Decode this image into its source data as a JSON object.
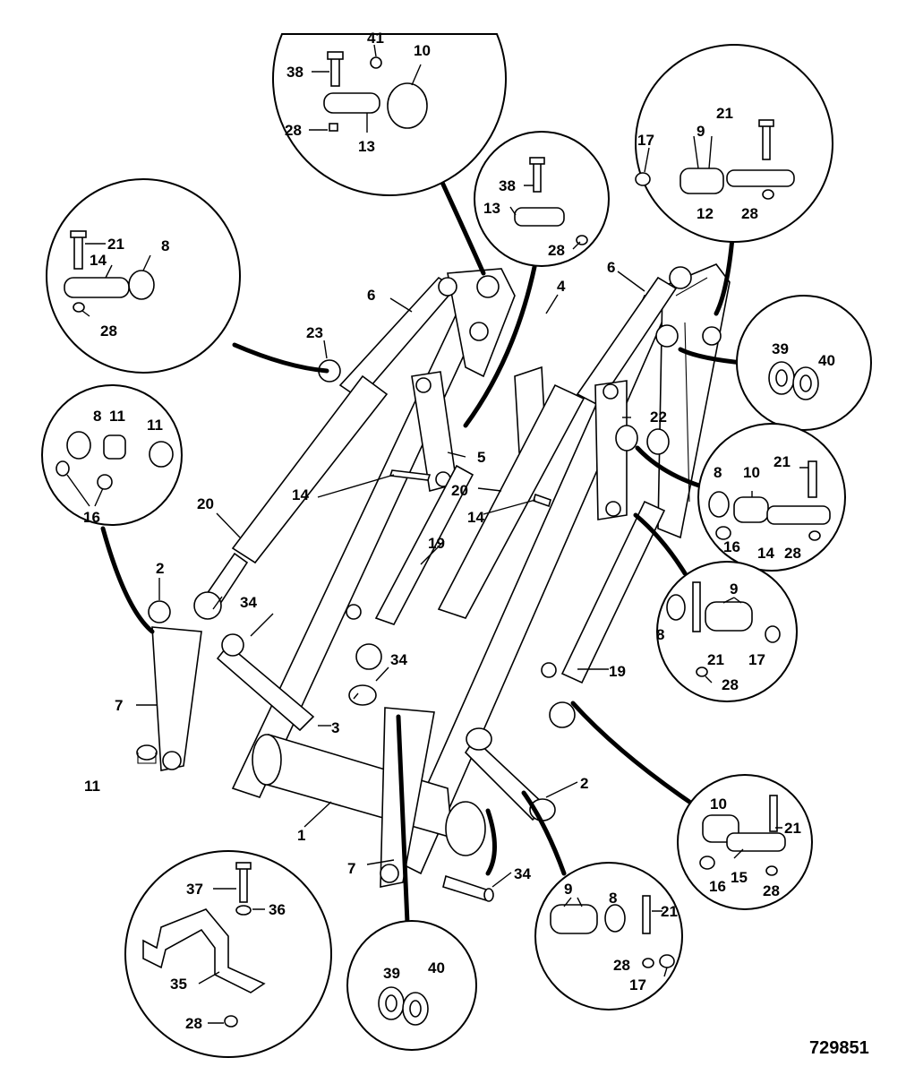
{
  "drawing_number": "729851",
  "callouts": {
    "c1": "1",
    "c2a": "2",
    "c2b": "2",
    "c3": "3",
    "c4": "4",
    "c5": "5",
    "c6a": "6",
    "c6b": "6",
    "c7a": "7",
    "c7b": "7",
    "c11main": "11",
    "c14a": "14",
    "c14b": "14",
    "c19a": "19",
    "c19b": "19",
    "c20a": "20",
    "c20b": "20",
    "c22": "22",
    "c23": "23",
    "c34a": "34",
    "c34b": "34",
    "c34c": "34"
  },
  "bubbles": {
    "top": {
      "b38": "38",
      "b41": "41",
      "b10": "10",
      "b28": "28",
      "b13": "13"
    },
    "upper_mid": {
      "b38": "38",
      "b13": "13",
      "b28": "28"
    },
    "upper_right": {
      "b17": "17",
      "b9": "9",
      "b21": "21",
      "b12": "12",
      "b28": "28"
    },
    "upper_left": {
      "b21": "21",
      "b8": "8",
      "b14": "14",
      "b28": "28"
    },
    "right_washers": {
      "b39": "39",
      "b40": "40"
    },
    "left_mid": {
      "b8": "8",
      "b11a": "11",
      "b11b": "11",
      "b16": "16"
    },
    "right_mid": {
      "b8": "8",
      "b10": "10",
      "b21": "21",
      "b16": "16",
      "b14": "14",
      "b28": "28"
    },
    "right_lower": {
      "b9": "9",
      "b8": "8",
      "b21": "21",
      "b17": "17",
      "b28": "28"
    },
    "bottom_right": {
      "b10": "10",
      "b21": "21",
      "b16": "16",
      "b15": "15",
      "b28": "28"
    },
    "bottom_left": {
      "b37": "37",
      "b36": "36",
      "b35": "35",
      "b28": "28"
    },
    "bottom_mid": {
      "b39": "39",
      "b40": "40"
    },
    "bottom_midright": {
      "b9": "9",
      "b8": "8",
      "b21": "21",
      "b28": "28",
      "b17": "17"
    }
  }
}
